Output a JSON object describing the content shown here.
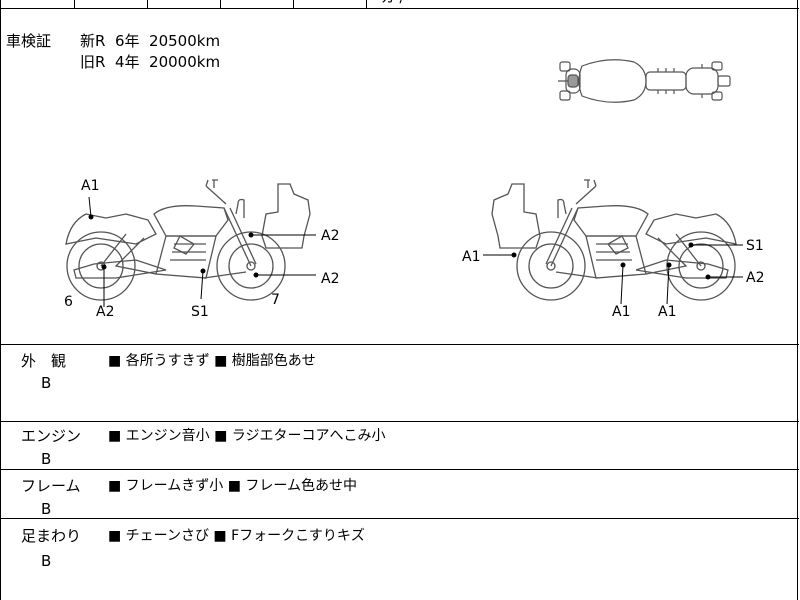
{
  "top_strip": {
    "fragment": "ガ /"
  },
  "registration": {
    "label": "車検証",
    "new": "新R  6年  20500km",
    "old": "旧R  4年  20000km"
  },
  "left_bike_marks": {
    "a1": "A1",
    "a2_box": "A2",
    "a2_wheel": "A2",
    "six": "6",
    "a2_bottom": "A2",
    "s1": "S1",
    "seven": "7"
  },
  "right_bike_marks": {
    "a1_box": "A1",
    "s1": "S1",
    "a2": "A2",
    "a1_bottom_left": "A1",
    "a1_bottom_right": "A1"
  },
  "inspections": [
    {
      "label": "外　観",
      "grade": "B",
      "notes": "■ 各所うすきず ■ 樹脂部色あせ"
    },
    {
      "label": "エンジン",
      "grade": "B",
      "notes": "■ エンジン音小 ■ ラジエターコアへこみ小"
    },
    {
      "label": "フレーム",
      "grade": "B",
      "notes": "■ フレームきず小 ■ フレーム色あせ中"
    },
    {
      "label": "足まわり",
      "grade": "B",
      "notes": "■ チェーンさび ■ Fフォークこすりキズ"
    }
  ]
}
